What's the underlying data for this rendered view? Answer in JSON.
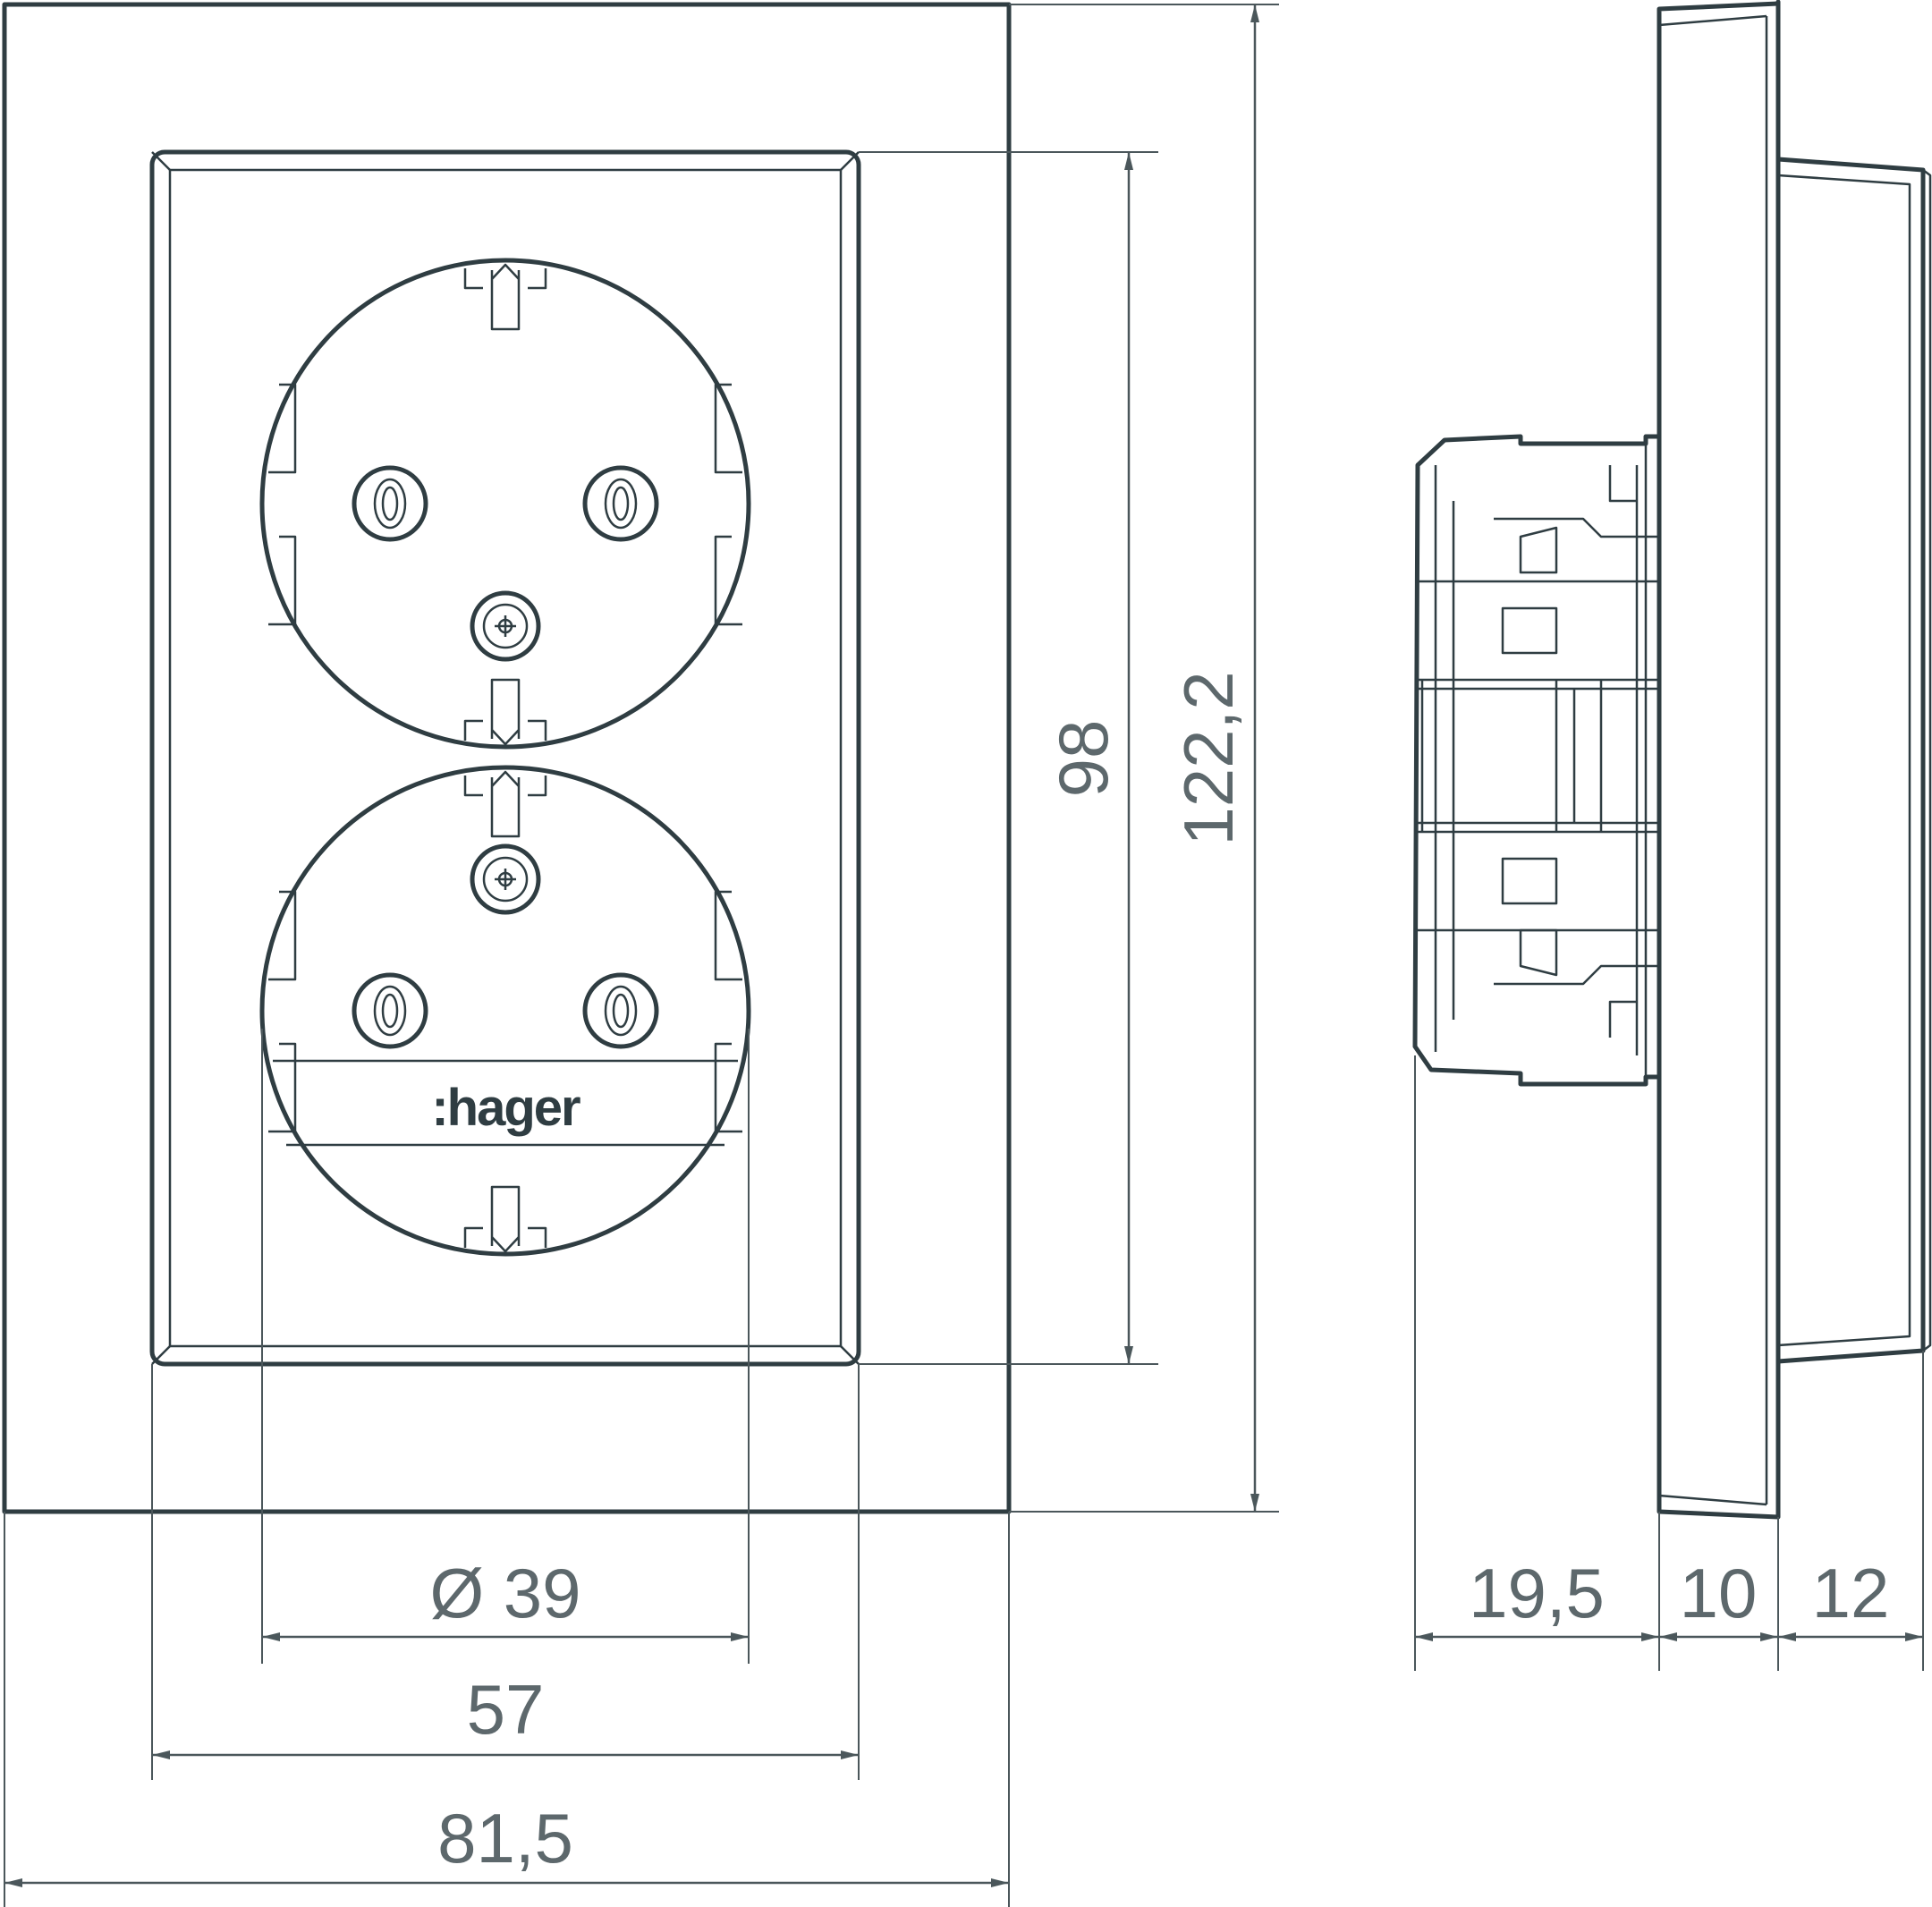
{
  "brand": {
    "logo_text": ":hager"
  },
  "front_view": {
    "dimensions": {
      "outer_width": "81,5",
      "inner_width": "57",
      "socket_diameter": "Ø 39",
      "inner_height": "98",
      "outer_height": "122,2"
    }
  },
  "side_view": {
    "dimensions": {
      "insert_depth": "19,5",
      "plate_depth": "10",
      "frame_depth": "12"
    }
  },
  "colors": {
    "line": "#2f3d42",
    "dimension": "#5d686c",
    "background": "#ffffff"
  }
}
